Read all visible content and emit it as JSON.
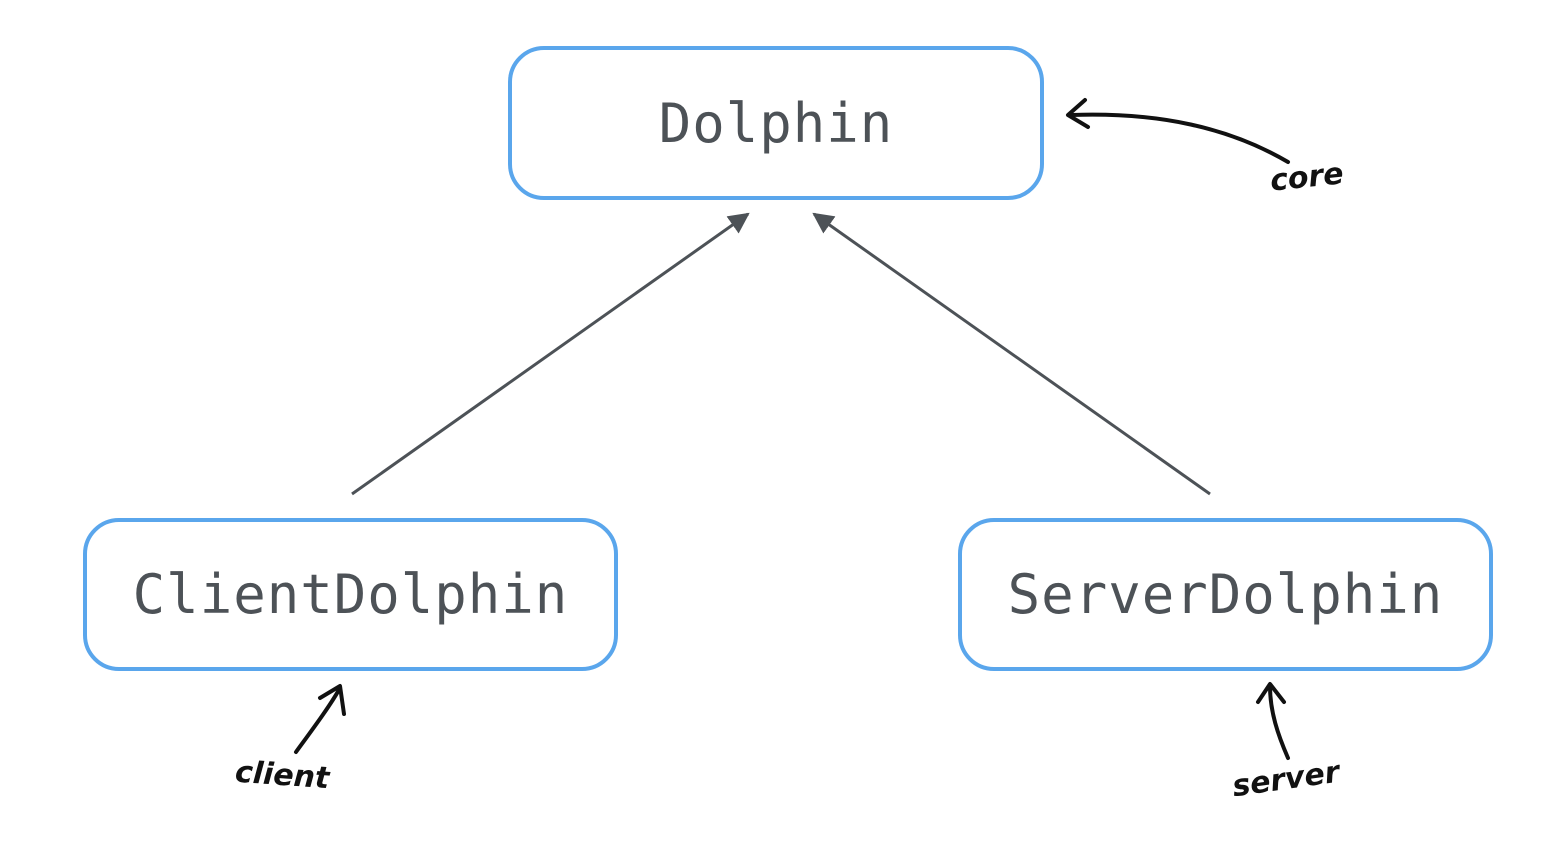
{
  "diagram": {
    "nodes": {
      "dolphin": "Dolphin",
      "client": "ClientDolphin",
      "server": "ServerDolphin"
    },
    "annotations": {
      "core": "core",
      "client": "client",
      "server": "server"
    },
    "colors": {
      "node_border": "#5aa6ec",
      "node_text": "#4d5257",
      "edge": "#4d5257",
      "annotation": "#111111"
    }
  }
}
